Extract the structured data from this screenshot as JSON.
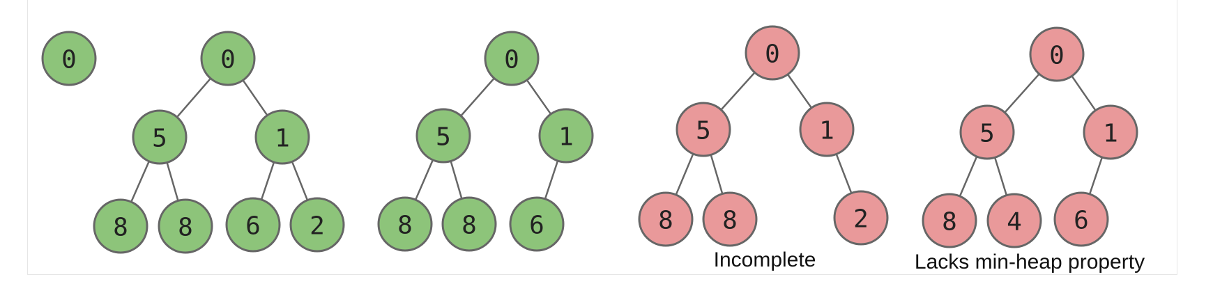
{
  "colors": {
    "valid": "#8dc47a",
    "invalid": "#e9999a",
    "stroke": "#666666"
  },
  "trees": [
    {
      "id": "single",
      "valid": true,
      "caption": "",
      "nodes": [
        "0"
      ]
    },
    {
      "id": "full",
      "valid": true,
      "caption": "",
      "nodes": [
        "0",
        "5",
        "1",
        "8",
        "8",
        "6",
        "2"
      ]
    },
    {
      "id": "complete",
      "valid": true,
      "caption": "",
      "nodes": [
        "0",
        "5",
        "1",
        "8",
        "8",
        "6"
      ]
    },
    {
      "id": "incomplete",
      "valid": false,
      "caption": "Incomplete",
      "nodes": [
        "0",
        "5",
        "1",
        "8",
        "8",
        "2"
      ]
    },
    {
      "id": "lacks-heap",
      "valid": false,
      "caption": "Lacks min-heap property",
      "nodes": [
        "0",
        "5",
        "1",
        "8",
        "4",
        "6"
      ]
    }
  ]
}
